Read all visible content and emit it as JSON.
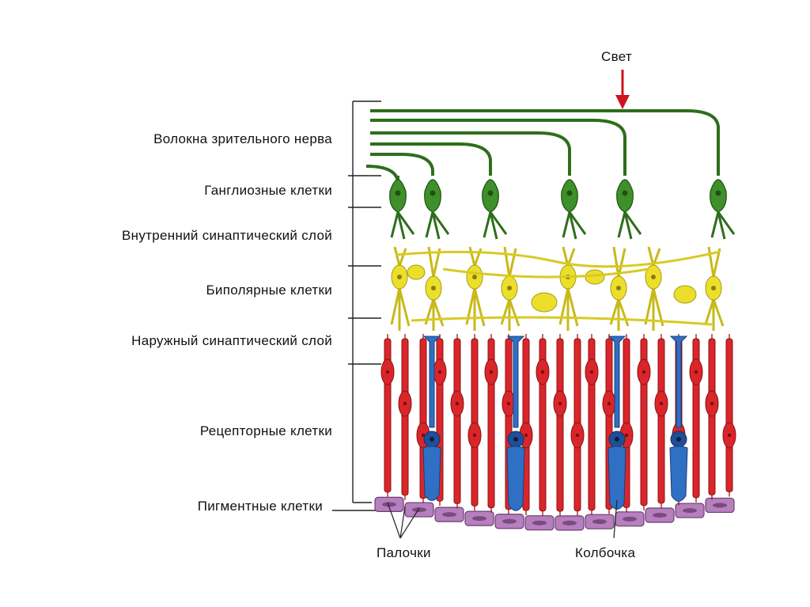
{
  "light_label": "Свет",
  "layers": {
    "optic_fibers": "Волокна зрительного нерва",
    "ganglion": "Ганглиозные клетки",
    "inner_synaptic": "Внутренний синаптический слой",
    "bipolar": "Биполярные клетки",
    "outer_synaptic": "Наружный синаптический слой",
    "receptor": "Рецепторные клетки",
    "pigment": "Пигментные клетки"
  },
  "bottom": {
    "rods": "Палочки",
    "cone": "Колбочка"
  },
  "colors": {
    "nerve": "#2e6e1c",
    "ganglion": "#3f8f2a",
    "bipolar": "#ecdf2c",
    "rod": "#d9262a",
    "cone": "#2f6fc4",
    "pigment": "#b67fbd",
    "arrow": "#d0141b"
  }
}
